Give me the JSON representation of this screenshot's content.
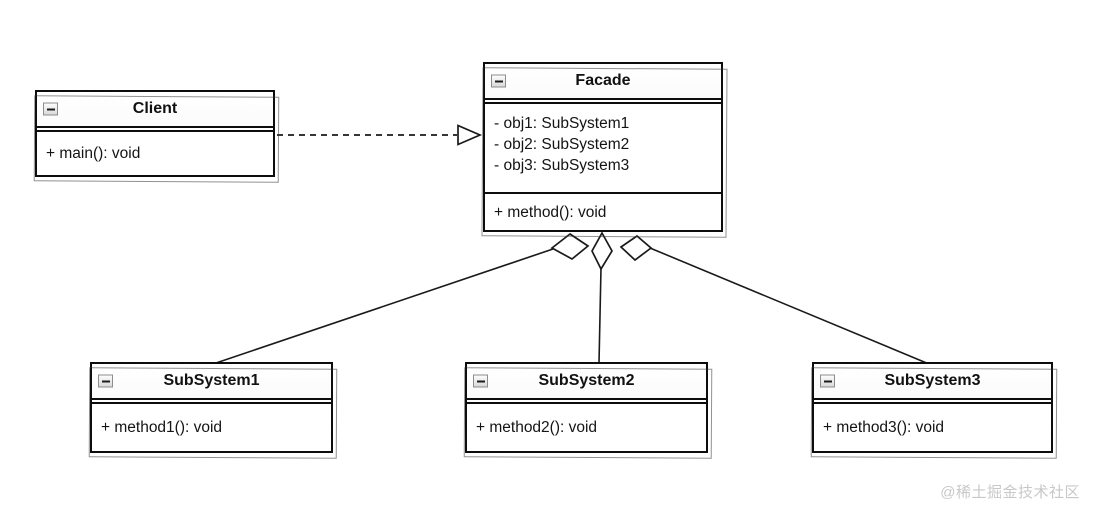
{
  "classes": {
    "client": {
      "name": "Client",
      "attributes": [],
      "methods": [
        "+ main(): void"
      ]
    },
    "facade": {
      "name": "Facade",
      "attributes": [
        "- obj1: SubSystem1",
        "- obj2: SubSystem2",
        "- obj3: SubSystem3"
      ],
      "methods": [
        "+ method(): void"
      ]
    },
    "subsystem1": {
      "name": "SubSystem1",
      "attributes": [],
      "methods": [
        "+ method1(): void"
      ]
    },
    "subsystem2": {
      "name": "SubSystem2",
      "attributes": [],
      "methods": [
        "+ method2(): void"
      ]
    },
    "subsystem3": {
      "name": "SubSystem3",
      "attributes": [],
      "methods": [
        "+ method3(): void"
      ]
    }
  },
  "relations": [
    {
      "type": "dependency",
      "from": "Client",
      "to": "Facade",
      "line": "dashed",
      "arrowhead": "open-triangle"
    },
    {
      "type": "aggregation",
      "from": "Facade",
      "to": "SubSystem1",
      "line": "solid",
      "marker": "hollow-diamond"
    },
    {
      "type": "aggregation",
      "from": "Facade",
      "to": "SubSystem2",
      "line": "solid",
      "marker": "hollow-diamond"
    },
    {
      "type": "aggregation",
      "from": "Facade",
      "to": "SubSystem3",
      "line": "solid",
      "marker": "hollow-diamond"
    }
  ],
  "icons": {
    "collapse": "minus-icon"
  },
  "watermark": {
    "text": "@稀土掘金技术社区",
    "color": "#c8c8c8"
  },
  "colors": {
    "stroke": "#000000",
    "background": "#ffffff",
    "box_fill": "#ffffff"
  }
}
